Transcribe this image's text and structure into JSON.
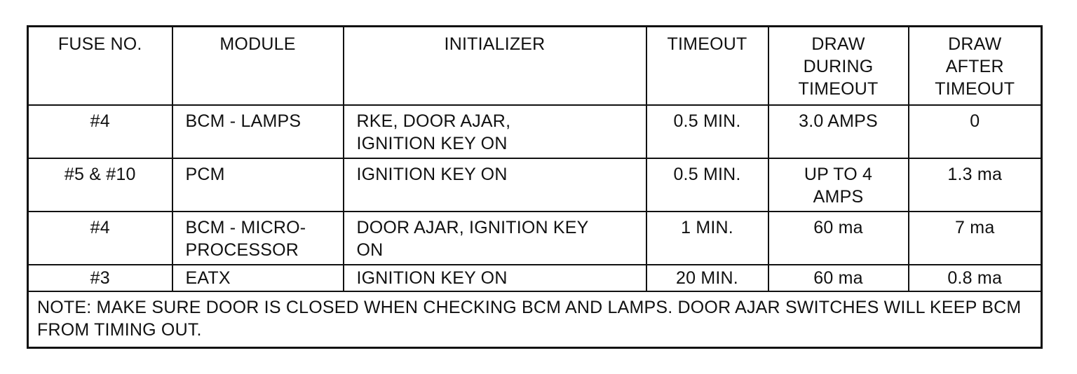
{
  "table": {
    "headers": [
      "FUSE NO.",
      "MODULE",
      "INITIALIZER",
      "TIMEOUT",
      "DRAW\nDURING\nTIMEOUT",
      "DRAW\nAFTER\nTIMEOUT"
    ],
    "rows": [
      [
        "#4",
        "BCM - LAMPS",
        "RKE, DOOR AJAR,\nIGNITION KEY ON",
        "0.5 MIN.",
        "3.0 AMPS",
        "0"
      ],
      [
        "#5 & #10",
        "PCM",
        "IGNITION KEY ON",
        "0.5 MIN.",
        "UP TO 4\nAMPS",
        "1.3 ma"
      ],
      [
        "#4",
        "BCM - MICRO-\nPROCESSOR",
        "DOOR AJAR, IGNITION KEY\nON",
        "1 MIN.",
        "60 ma",
        "7 ma"
      ],
      [
        "#3",
        "EATX",
        "IGNITION KEY ON",
        "20 MIN.",
        "60 ma",
        "0.8 ma"
      ]
    ],
    "note": "NOTE: MAKE SURE DOOR IS CLOSED WHEN CHECKING BCM AND LAMPS. DOOR AJAR SWITCHES WILL KEEP BCM FROM TIMING OUT."
  }
}
